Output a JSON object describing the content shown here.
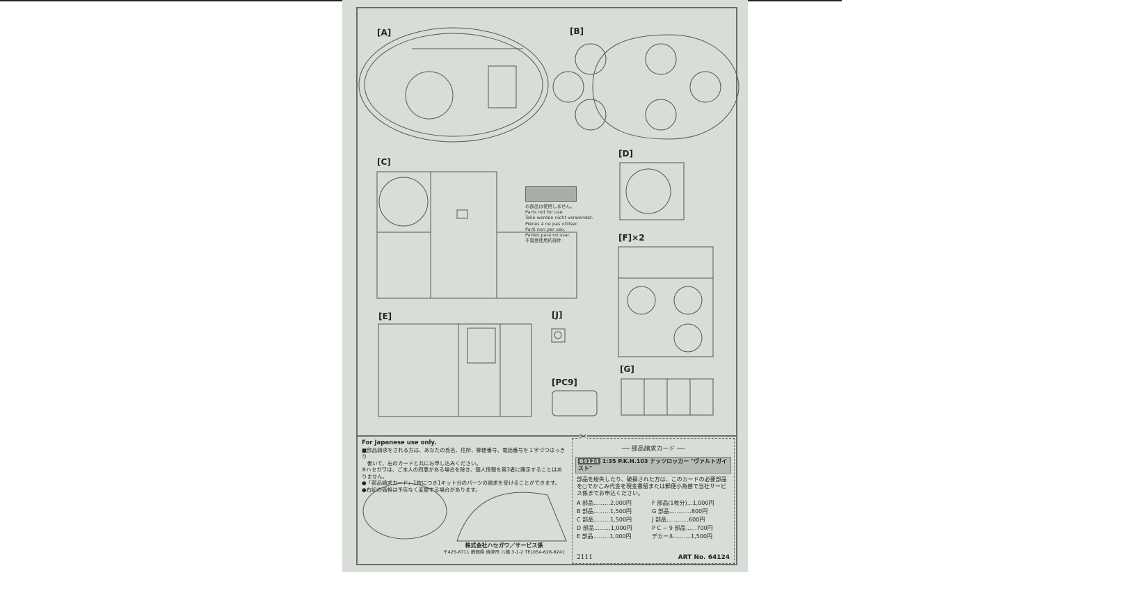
{
  "sprues": [
    {
      "label": "[A]"
    },
    {
      "label": "[B]"
    },
    {
      "label": "[C]"
    },
    {
      "label": "[D]"
    },
    {
      "label": "[E]"
    },
    {
      "label": "[F]×2"
    },
    {
      "label": "[J]"
    },
    {
      "label": "[PC9]"
    },
    {
      "label": "[G]"
    }
  ],
  "unused_note": {
    "lines": [
      "の部品は使用しません。",
      "Parts not for use.",
      "Teile werden nicht verwendet.",
      "Pièces à ne pas utiliser.",
      "Parti non per uso.",
      "Partes para no usar.",
      "不需要使用的部件"
    ]
  },
  "japanese_info": {
    "heading": "For Japanese use only.",
    "lines": [
      "■部品請求をされる方は、あなたの氏名、住所、郵便番号、電話番号を１字づつはっきり",
      "　書いて、右のカードと共にお申し込みください。",
      "※ハセガワは、ご本人の同意がある場合を除き、個人情報を第3者に開示することはありません。",
      "●「部品請求カード」1枚につき1キット分のパーツの請求を受けることができます。",
      "●右記の価格は予告なく変更する場合があります。"
    ]
  },
  "card": {
    "title": "── 部品請求カード ──",
    "product_code": "64124",
    "scale": "1:35",
    "product_name": "P.K.H.103 ナッツロッカー \"ヴァルトガイスト\"",
    "body": "部品を紛失したり、破損された方は、このカードの必要部品を○でかこみ代金を現金書留または郵便小為替で当社サービス係までお申込ください。",
    "prices": [
      "A 部品………2,000円",
      "F 部品(1枚分)…1,000円",
      "B 部品………1,500円",
      "G 部品…………800円",
      "C 部品………1,500円",
      "J 部品…………600円",
      "D 部品………1,000円",
      "P C − 9 部品……700円",
      "E 部品………1,000円",
      "デカール………1,500円"
    ]
  },
  "company": {
    "name": "株式会社ハセガワ／サービス係",
    "address": "〒425-8711 静岡県 焼津市 八楠 3-1-2 TEL054-628-8241"
  },
  "footer": {
    "code": "2111",
    "art_no": "ART No. 64124"
  }
}
